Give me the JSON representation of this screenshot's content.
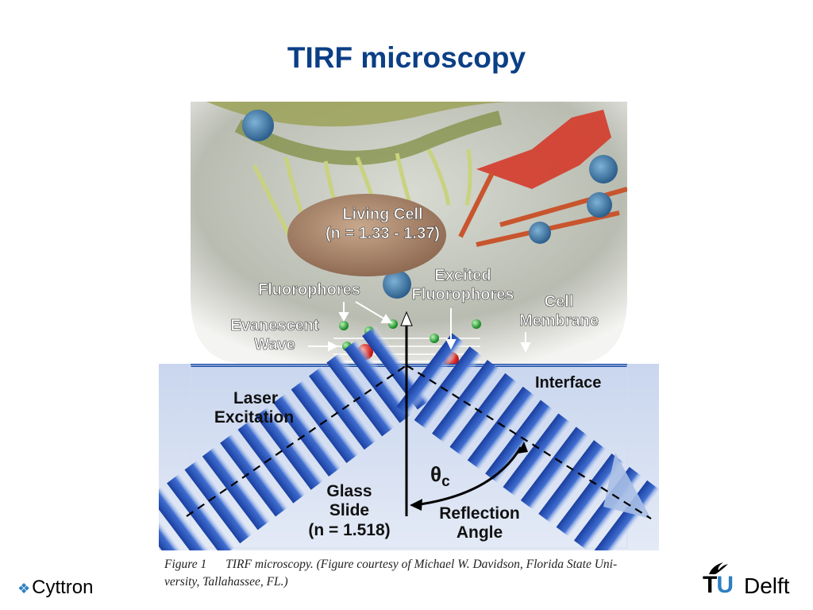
{
  "slide": {
    "title": "TIRF microscopy",
    "title_color": "#0b3f86"
  },
  "figure": {
    "labels": {
      "living_cell_line1": "Living Cell",
      "living_cell_line2": "(n = 1.33 - 1.37)",
      "fluorophores": "Fluorophores",
      "excited_line1": "Excited",
      "excited_line2": "Fluorophores",
      "cell_line1": "Cell",
      "cell_line2": "Membrane",
      "evanescent_line1": "Evanescent",
      "evanescent_line2": "Wave",
      "interface": "Interface",
      "laser_line1": "Laser",
      "laser_line2": "Excitation",
      "theta": "θ",
      "theta_sub": "c",
      "glass_line1": "Glass",
      "glass_line2": "Slide",
      "glass_line3": "(n = 1.518)",
      "reflection_line1": "Reflection",
      "reflection_line2": "Angle"
    },
    "caption_number": "Figure 1",
    "caption_line1": "TIRF microscopy. (Figure courtesy of Michael W. Davidson, Florida State Uni-",
    "caption_line2": "versity, Tallahassee, FL.)"
  },
  "footer": {
    "left_text": "Cyttron",
    "logo_tu_t": "T",
    "logo_tu_u": "U",
    "logo_delft": "Delft"
  }
}
